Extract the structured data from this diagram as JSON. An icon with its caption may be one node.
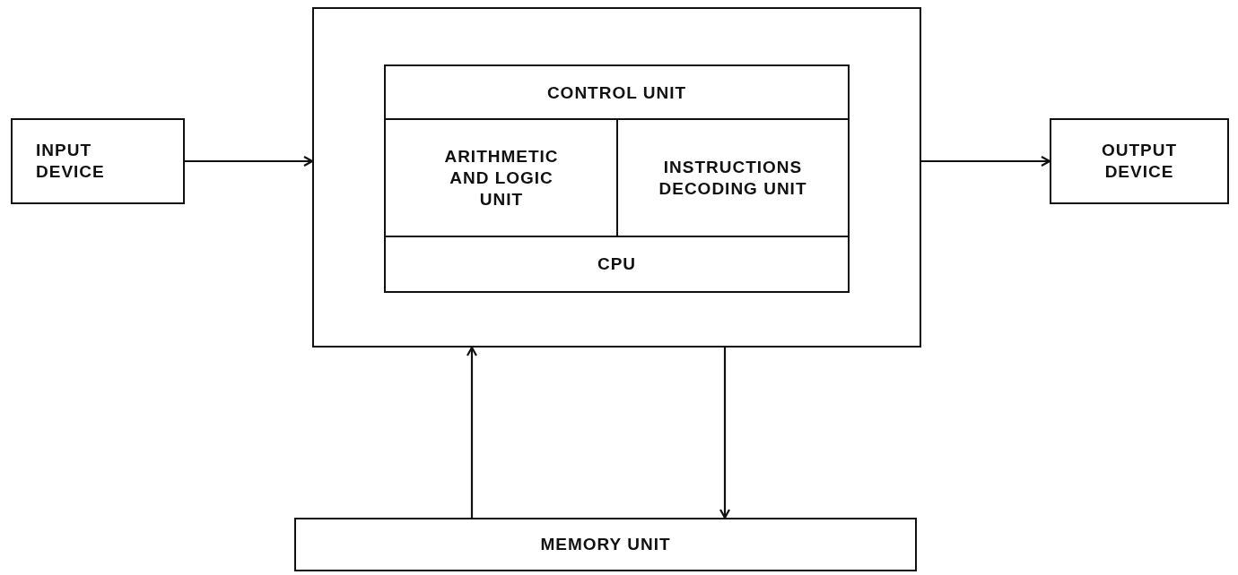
{
  "diagram": {
    "nodes": [
      {
        "text": [
          "INPUT DEVICE"
        ]
      },
      {
        "text": [],
        "shape": "box"
      },
      {
        "text": [
          "CONTROL UNIT"
        ],
        "in": 1
      },
      {
        "text": [
          "ARITHMETIC AND LOGIC UNIT"
        ],
        "in": 1
      },
      {
        "text": [
          "INSTRUCTIONS DECODING UNIT"
        ],
        "in": 1
      },
      {
        "text": [
          "CPU"
        ],
        "in": 1
      },
      {
        "text": [
          "OUTPUT DEVICE"
        ]
      },
      {
        "text": [
          "MEMORY UNIT"
        ]
      }
    ],
    "edges": [
      {
        "from": 0,
        "to": 1,
        "arrow": "to"
      },
      {
        "from": 1,
        "to": 6,
        "arrow": "to"
      },
      {
        "from": 7,
        "to": 1,
        "arrow": "to"
      },
      {
        "from": 1,
        "to": 7,
        "arrow": "to"
      }
    ]
  }
}
